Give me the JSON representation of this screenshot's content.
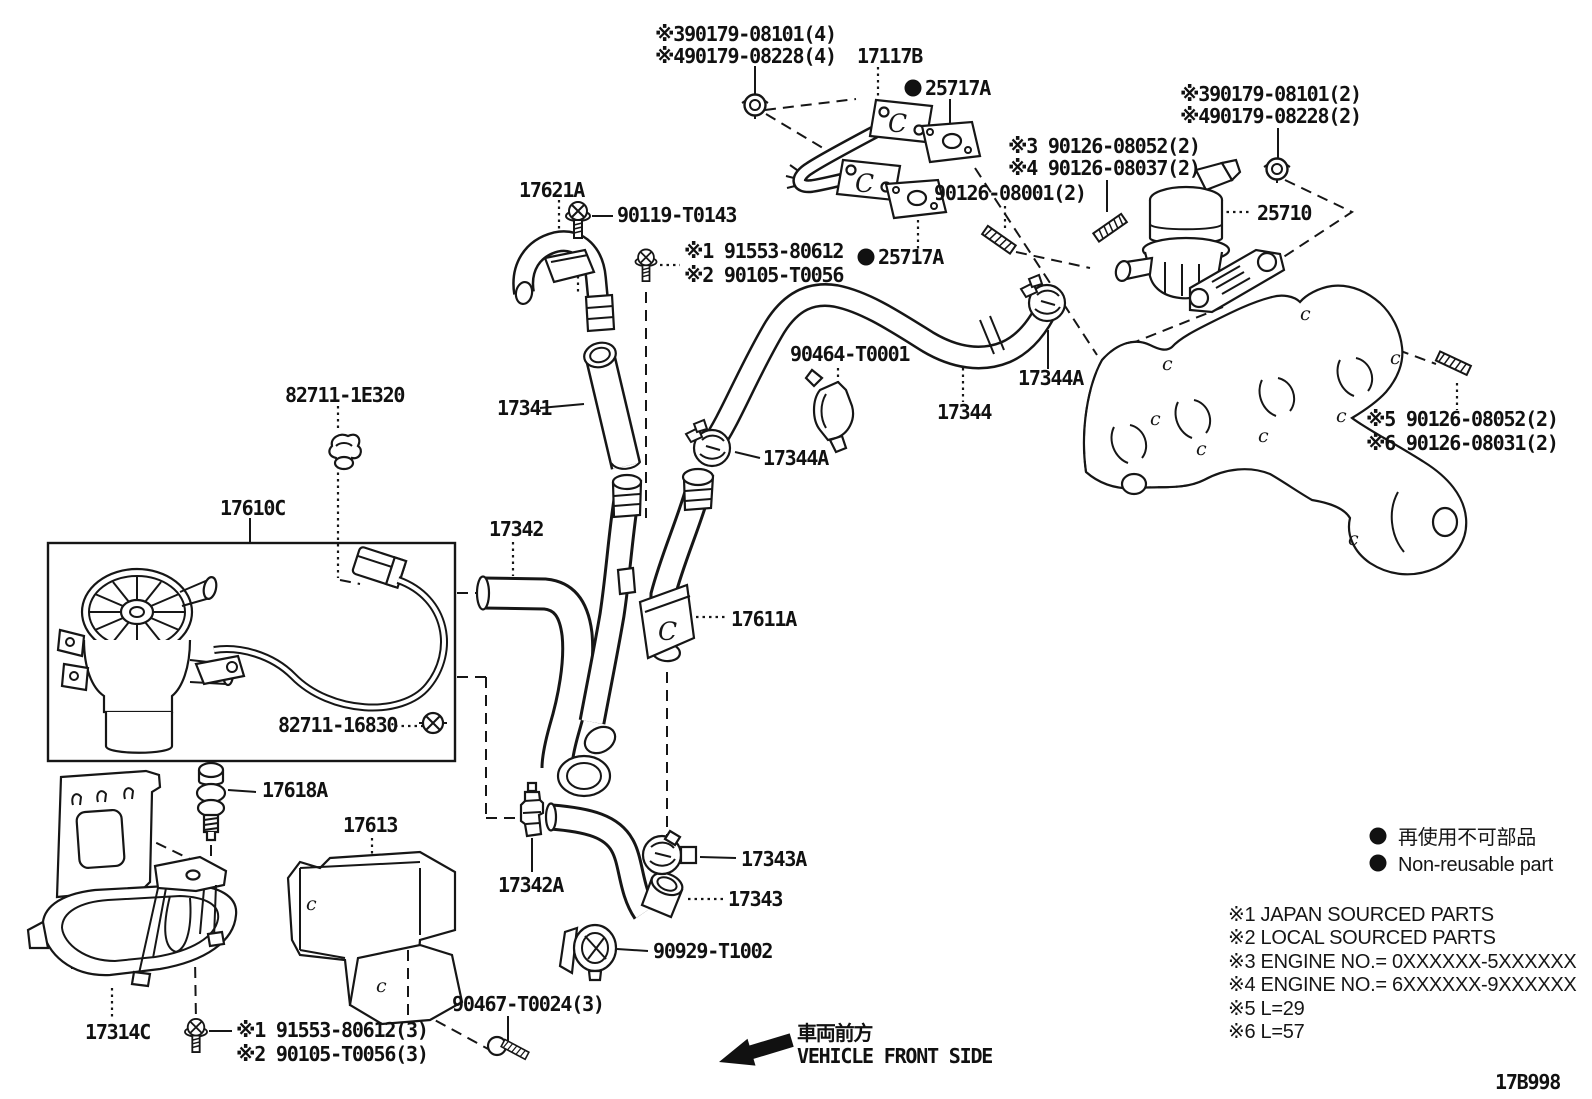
{
  "drawing": {
    "id": "17B998"
  },
  "labels": [
    {
      "id": "note-a1",
      "text": "※390179-08101(4)"
    },
    {
      "id": "note-a2",
      "text": "※490179-08228(4)"
    },
    {
      "id": "part-17117B",
      "text": "17117B"
    },
    {
      "id": "part-25717A-top",
      "text": "25717A"
    },
    {
      "id": "note-b1",
      "text": "※3 90126-08052(2)"
    },
    {
      "id": "note-b2",
      "text": "※4 90126-08037(2)"
    },
    {
      "id": "part-90126-08001",
      "text": "90126-08001(2)"
    },
    {
      "id": "note-c1",
      "text": "※390179-08101(2)"
    },
    {
      "id": "note-c2",
      "text": "※490179-08228(2)"
    },
    {
      "id": "part-25710",
      "text": "25710"
    },
    {
      "id": "part-17621A",
      "text": "17621A"
    },
    {
      "id": "part-90119-T0143",
      "text": "90119-T0143"
    },
    {
      "id": "note-d1",
      "text": "※1 91553-80612"
    },
    {
      "id": "note-d2",
      "text": "※2 90105-T0056"
    },
    {
      "id": "part-25717A-bottom",
      "text": "25717A"
    },
    {
      "id": "part-90464-T0001",
      "text": "90464-T0001"
    },
    {
      "id": "part-17344A-right",
      "text": "17344A"
    },
    {
      "id": "part-17344",
      "text": "17344"
    },
    {
      "id": "part-82711-1E320",
      "text": "82711-1E320"
    },
    {
      "id": "part-17341",
      "text": "17341"
    },
    {
      "id": "part-17344A-left",
      "text": "17344A"
    },
    {
      "id": "note-e1",
      "text": "※5 90126-08052(2)"
    },
    {
      "id": "note-e2",
      "text": "※6 90126-08031(2)"
    },
    {
      "id": "part-17610C",
      "text": "17610C"
    },
    {
      "id": "part-17342",
      "text": "17342"
    },
    {
      "id": "part-17611A",
      "text": "17611A"
    },
    {
      "id": "part-82711-16830",
      "text": "82711-16830"
    },
    {
      "id": "part-17618A",
      "text": "17618A"
    },
    {
      "id": "part-17613",
      "text": "17613"
    },
    {
      "id": "part-17342A",
      "text": "17342A"
    },
    {
      "id": "part-17343A",
      "text": "17343A"
    },
    {
      "id": "part-17343",
      "text": "17343"
    },
    {
      "id": "part-90929-T1002",
      "text": "90929-T1002"
    },
    {
      "id": "part-17314C",
      "text": "17314C"
    },
    {
      "id": "note-f1",
      "text": "※1 91553-80612(3)"
    },
    {
      "id": "note-f2",
      "text": "※2 90105-T0056(3)"
    },
    {
      "id": "part-90467-T0024",
      "text": "90467-T0024(3)"
    },
    {
      "id": "direction-jp",
      "text": "車両前方"
    },
    {
      "id": "direction-en",
      "text": "VEHICLE FRONT SIDE"
    },
    {
      "id": "legend-nonreusable-jp",
      "text": "再使用不可部品"
    },
    {
      "id": "legend-nonreusable-en",
      "text": "Non-reusable part"
    },
    {
      "id": "legend-note-1",
      "text": "※1 JAPAN SOURCED PARTS"
    },
    {
      "id": "legend-note-2",
      "text": "※2 LOCAL SOURCED PARTS"
    },
    {
      "id": "legend-note-3",
      "text": "※3 ENGINE NO.= 0XXXXXX-5XXXXXX"
    },
    {
      "id": "legend-note-4",
      "text": "※4 ENGINE NO.= 6XXXXXX-9XXXXXX"
    },
    {
      "id": "legend-note-5",
      "text": "※5 L=29"
    },
    {
      "id": "legend-note-6",
      "text": "※6 L=57"
    },
    {
      "id": "drawing-id",
      "text": "17B998"
    }
  ]
}
